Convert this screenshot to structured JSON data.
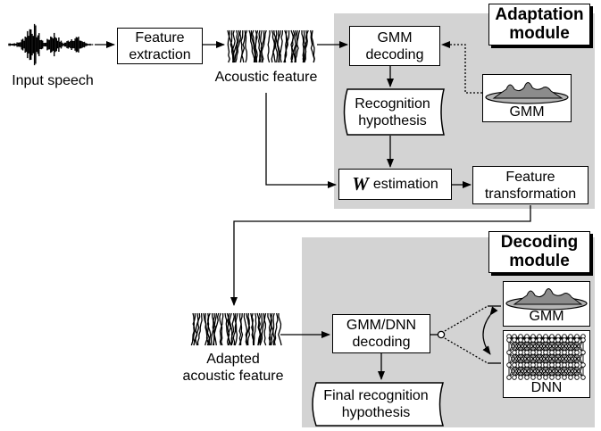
{
  "input": {
    "label": "Input speech"
  },
  "feature_extraction": {
    "label": "Feature\nextraction"
  },
  "acoustic_feature": {
    "label": "Acoustic feature"
  },
  "adaptation_module": {
    "title": "Adaptation\nmodule",
    "gmm_decoding": "GMM\ndecoding",
    "recognition_hypothesis": "Recognition\nhypothesis",
    "gmm_label": "GMM",
    "w_symbol": "W",
    "w_estimation_suffix": "estimation",
    "feature_transformation": "Feature\ntransformation"
  },
  "adapted_feature": {
    "label": "Adapted\nacoustic feature"
  },
  "decoding_module": {
    "title": "Decoding\nmodule",
    "gmm_dnn_decoding": "GMM/DNN\ndecoding",
    "final_hypothesis": "Final recognition\nhypothesis",
    "gmm_label": "GMM",
    "dnn_label": "DNN"
  },
  "colors": {
    "module_background": "#d3d3d3",
    "box_fill": "#ffffff",
    "stroke": "#000000",
    "gmm_fill": "#8c8c8c"
  }
}
